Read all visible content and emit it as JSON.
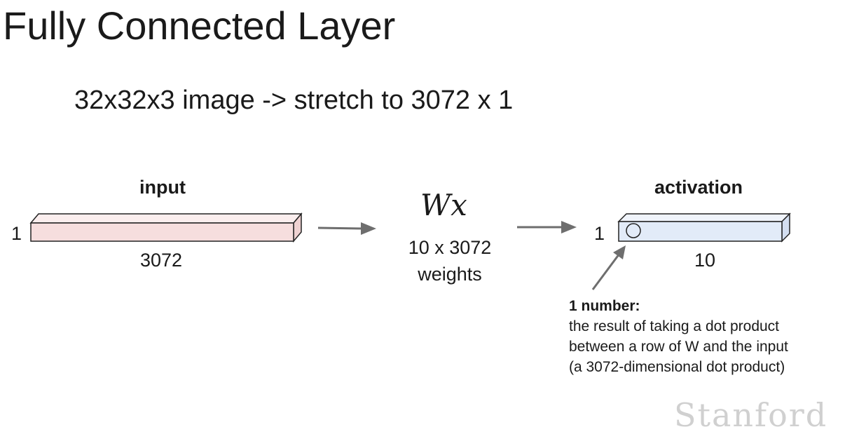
{
  "slide": {
    "title": "Fully Connected Layer",
    "subtitle": "32x32x3 image -> stretch to 3072 x 1"
  },
  "input": {
    "label": "input",
    "height_label": "1",
    "width_label": "3072",
    "fill_color": "#f6dede"
  },
  "weights": {
    "formula": "Wx",
    "line1": "10 x 3072",
    "line2": "weights"
  },
  "activation": {
    "label": "activation",
    "height_label": "1",
    "width_label": "10",
    "fill_color": "#e2ebf8"
  },
  "note": {
    "heading": "1 number:",
    "lines": [
      "the result of taking a dot product",
      "between a row of W and the input",
      "(a 3072-dimensional dot product)"
    ]
  },
  "watermark": "Stanford",
  "colors": {
    "arrow": "#6e6e6e",
    "outline": "#222222"
  }
}
